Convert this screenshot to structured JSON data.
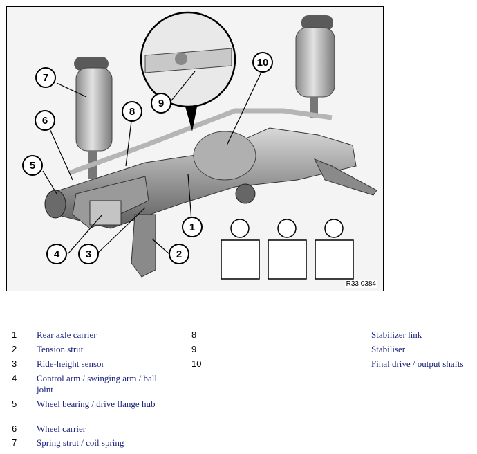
{
  "figure": {
    "image_code": "R33 0384",
    "callouts": [
      "1",
      "2",
      "3",
      "4",
      "5",
      "6",
      "7",
      "8",
      "9",
      "10"
    ]
  },
  "legend": [
    {
      "num": "1",
      "label": "Rear axle carrier"
    },
    {
      "num": "2",
      "label": "Tension strut"
    },
    {
      "num": "3",
      "label": "Ride-height sensor"
    },
    {
      "num": "4",
      "label": "Control arm / swinging arm / ball joint"
    },
    {
      "num": "5",
      "label": "Wheel bearing / drive flange hub"
    },
    {
      "num": "6",
      "label": "Wheel carrier"
    },
    {
      "num": "7",
      "label": "Spring strut / coil spring"
    },
    {
      "num": "8",
      "label": "Stabilizer link"
    },
    {
      "num": "9",
      "label": "Stabiliser"
    },
    {
      "num": "10",
      "label": "Final drive / output shafts"
    }
  ]
}
